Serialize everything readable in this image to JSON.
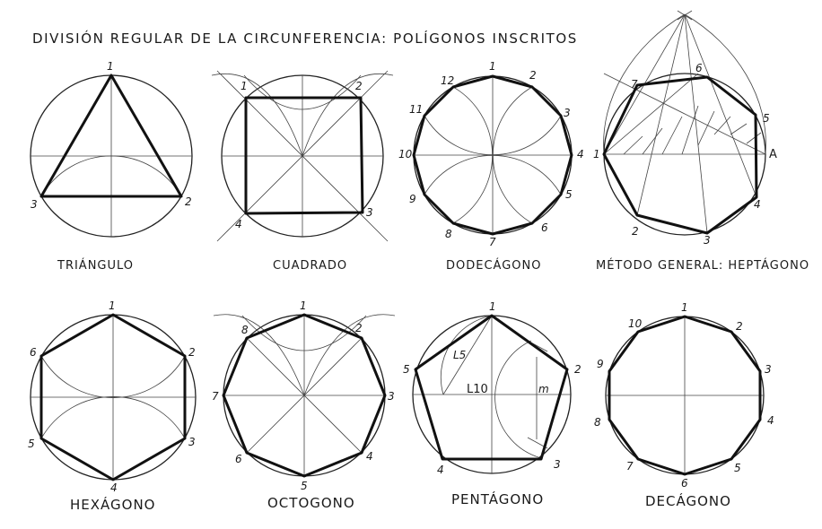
{
  "title": "DIVISIÓN REGULAR DE LA CIRCUNFERENCIA: POLÍGONOS INSCRITOS",
  "figures": {
    "triangle": {
      "caption": "TRIÁNGULO",
      "labels": [
        "1",
        "2",
        "3"
      ]
    },
    "square": {
      "caption": "CUADRADO",
      "labels": [
        "1",
        "2",
        "3",
        "4"
      ]
    },
    "dodecagon": {
      "caption": "DODECÁGONO",
      "labels": [
        "1",
        "2",
        "3",
        "4",
        "5",
        "6",
        "7",
        "8",
        "9",
        "10",
        "11",
        "12"
      ]
    },
    "heptagon": {
      "caption": "MÉTODO GENERAL: HEPTÁGONO",
      "labels": [
        "1",
        "2",
        "3",
        "4",
        "5",
        "6",
        "7"
      ],
      "point_a": "A"
    },
    "hexagon": {
      "caption": "HEXÁGONO",
      "labels": [
        "1",
        "2",
        "3",
        "4",
        "5",
        "6"
      ]
    },
    "octagon": {
      "caption": "OCTOGONO",
      "labels": [
        "1",
        "2",
        "3",
        "4",
        "5",
        "6",
        "7",
        "8"
      ]
    },
    "pentagon": {
      "caption": "PENTÁGONO",
      "labels": [
        "1",
        "2",
        "3",
        "4",
        "5"
      ],
      "l10": "L10",
      "l5": "L5",
      "m": "m"
    },
    "decagon": {
      "caption": "DECÁGONO",
      "labels": [
        "1",
        "2",
        "3",
        "4",
        "5",
        "6",
        "7",
        "8",
        "9",
        "10"
      ]
    }
  }
}
